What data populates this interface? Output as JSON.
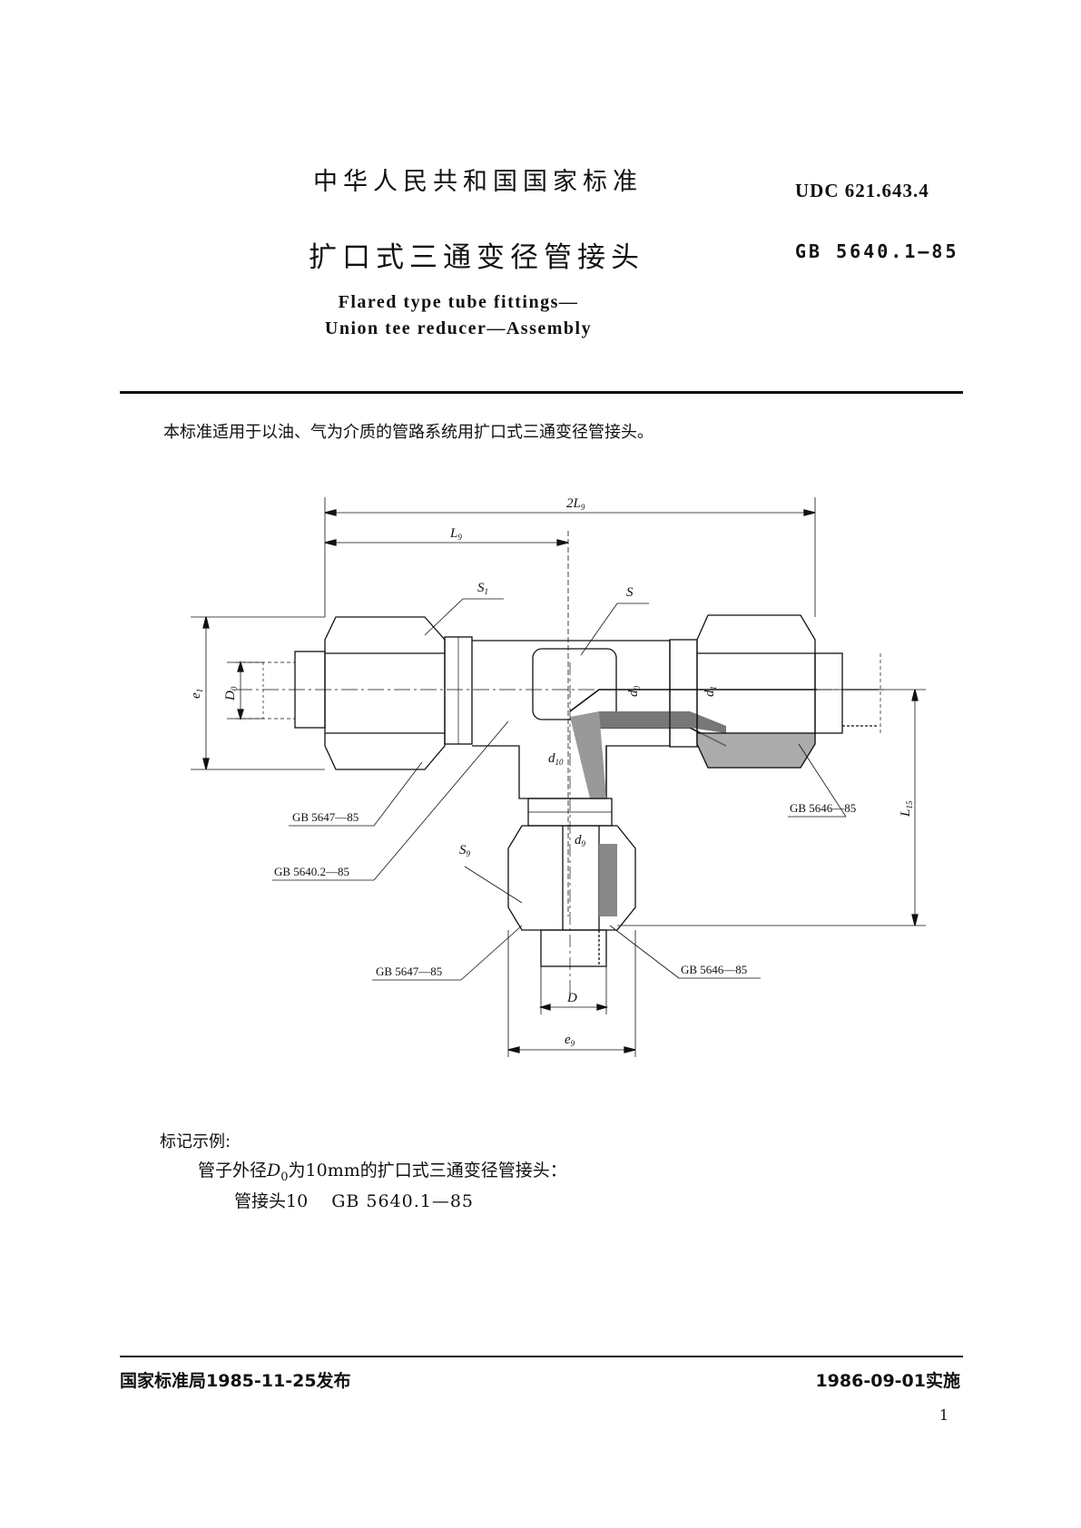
{
  "header": {
    "standard_title": "中华人民共和国国家标准",
    "udc": "UDC 621.643.4",
    "doc_title": "扩口式三通变径管接头",
    "code": "GB 5640.1—85",
    "en_line1": "Flared type tube fittings—",
    "en_line2": "Union tee reducer—Assembly"
  },
  "scope_text": "本标准适用于以油、气为介质的管路系统用扩口式三通变径管接头。",
  "drawing": {
    "dim_2L9": "2L",
    "dim_2L9_sub": "9",
    "dim_L9": "L",
    "dim_L9_sub": "9",
    "S1": "S",
    "S1_sub": "1",
    "S": "S",
    "S9": "S",
    "S9_sub": "9",
    "e1": "e",
    "e1_sub": "1",
    "D0": "D",
    "D0_sub": "0",
    "d0": "d",
    "d0_sub": "0",
    "d1": "d",
    "d1_sub": "1",
    "d10": "d",
    "d10_sub": "10",
    "d9": "d",
    "d9_sub": "9",
    "L15": "L",
    "L15_sub": "15",
    "D": "D",
    "e9": "e",
    "e9_sub": "9",
    "ref_5647_left": "GB 5647—85",
    "ref_5640_2": "GB 5640.2—85",
    "ref_5646_right": "GB 5646—85",
    "ref_5647_bottom": "GB 5647—85",
    "ref_5646_bottom": "GB 5646—85"
  },
  "marking": {
    "title": "标记示例:",
    "desc_pre": "管子外径",
    "desc_sym": "D",
    "desc_sub": "0",
    "desc_post": "为10mm的扩口式三通变径管接头：",
    "code_name": "管接头10",
    "code_std": "GB 5640.1—85"
  },
  "footer": {
    "issued": "国家标准局1985-11-25发布",
    "implemented": "1986-09-01实施",
    "page": "1"
  }
}
